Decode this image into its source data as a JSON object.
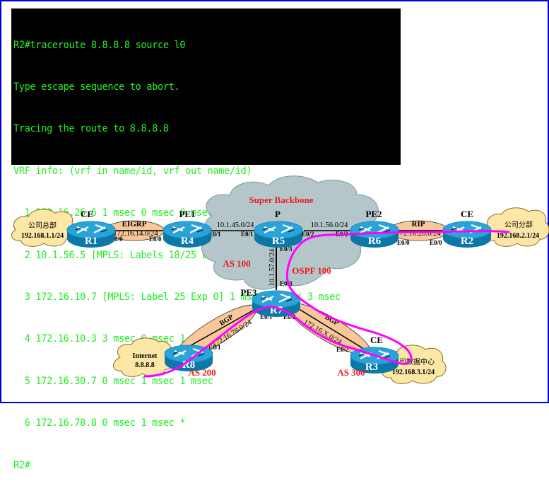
{
  "terminal": {
    "lines": [
      "R2#traceroute 8.8.8.8 source l0",
      "Type escape sequence to abort.",
      "Tracing the route to 8.8.8.8",
      "VRF info: (vrf in name/id, vrf out name/id)",
      "  1 172.16.26.6 1 msec 0 msec 0 msec",
      "  2 10.1.56.5 [MPLS: Labels 18/25 Exp 0] 1 msec 2 msec 2 msec",
      "  3 172.16.10.7 [MPLS: Label 25 Exp 0] 1 msec 5 msec 3 msec",
      "  4 172.16.10.3 3 msec 0 msec 1 msec",
      "  5 172.16.30.7 0 msec 1 msec 1 msec",
      "  6 172.16.78.8 0 msec 1 msec *",
      "R2#"
    ]
  },
  "diagram": {
    "backbone_cloud": {
      "title": "Super Backbone",
      "as_label": "AS 100",
      "igp_label": "OSPF 100"
    },
    "routers": {
      "r1": {
        "name": "R1",
        "role": "CE"
      },
      "r4": {
        "name": "R4",
        "role": "PE1"
      },
      "r5": {
        "name": "R5",
        "role": "P"
      },
      "r6": {
        "name": "R6",
        "role": "PE2"
      },
      "r2": {
        "name": "R2",
        "role": "CE"
      },
      "r7": {
        "name": "R7",
        "role": "PE3"
      },
      "r8": {
        "name": "R8",
        "role": ""
      },
      "r3": {
        "name": "R3",
        "role": "CE"
      }
    },
    "sites": {
      "hq": {
        "name": "公司总部",
        "subnet": "192.168.1.1/24"
      },
      "branch": {
        "name": "公司分部",
        "subnet": "192.168.2.1/24"
      },
      "internet": {
        "name": "Internet",
        "subnet": "8.8.8.8"
      },
      "datacenter": {
        "name": "公司数据中心",
        "subnet": "192.168.3.1/24"
      }
    },
    "links": {
      "r1_r4": {
        "protocol": "EIGRP",
        "subnet": "172.16.14.0/24",
        "if_a": "E0/0",
        "if_b": "E0/0"
      },
      "r4_r5": {
        "subnet": "10.1.45.0/24",
        "if_a": "E0/1",
        "if_b": "E0/1"
      },
      "r5_r6": {
        "subnet": "10.1.56.0/24",
        "if_a": "E0/2",
        "if_b": "E0/2"
      },
      "r6_r2": {
        "protocol": "RIP",
        "subnet": "172.16.26.0/24",
        "if_a": "E0/0",
        "if_b": "E0/0"
      },
      "r5_r7": {
        "subnet": "10.1.57.0/24",
        "if_a": "E0/3",
        "if_b": "E0/3"
      },
      "r7_r8": {
        "protocol": "BGP",
        "subnet": "172.16.78.0/24",
        "if_a": "E0/1",
        "if_b": "E0/1"
      },
      "r7_r3": {
        "protocol": "BGP",
        "subnet": "172.16.X.0/24",
        "if_a": "E0/2",
        "if_b": "E0/2"
      }
    },
    "as_labels": {
      "r8": "AS 200",
      "r3": "AS 300"
    },
    "colors": {
      "terminal_bg": "#000000",
      "terminal_fg": "#22ee22",
      "frame": "#0000dd",
      "backbone_cloud": "#b4c6ca",
      "site_cloud": "#fde7a6",
      "link_ellipse": "#f8c79a",
      "router_top": "#2aa4d8",
      "router_side": "#0b78a8",
      "trace_path": "#ff00ff",
      "as_text": "#ee1c1c"
    }
  }
}
